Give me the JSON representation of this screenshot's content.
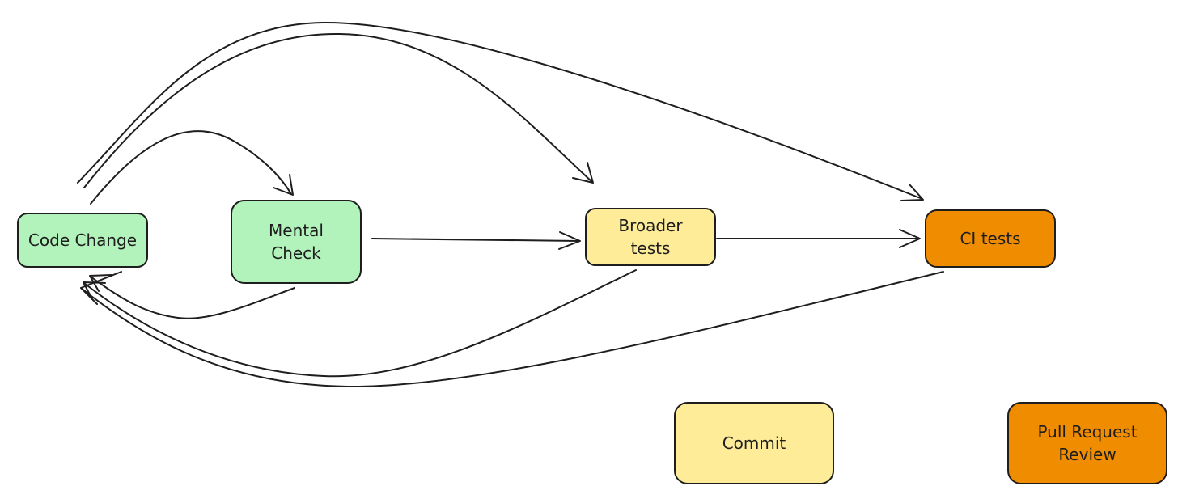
{
  "colors": {
    "green": "#b2f2bb",
    "yellow": "#ffec99",
    "orange": "#f08c00",
    "stroke": "#1e1e1e"
  },
  "nodes": [
    {
      "id": "code-change",
      "lines": [
        "Code Change"
      ],
      "color": "green"
    },
    {
      "id": "mental-check",
      "lines": [
        "Mental",
        "Check"
      ],
      "color": "green"
    },
    {
      "id": "broader-tests",
      "lines": [
        "Broader",
        "tests"
      ],
      "color": "yellow"
    },
    {
      "id": "ci-tests",
      "lines": [
        "CI tests"
      ],
      "color": "orange"
    },
    {
      "id": "commit",
      "lines": [
        "Commit"
      ],
      "color": "yellow"
    },
    {
      "id": "pull-request-review",
      "lines": [
        "Pull Request",
        "Review"
      ],
      "color": "orange"
    }
  ],
  "edges": [
    {
      "from": "code-change",
      "to": "mental-check"
    },
    {
      "from": "code-change",
      "to": "broader-tests"
    },
    {
      "from": "code-change",
      "to": "ci-tests"
    },
    {
      "from": "mental-check",
      "to": "broader-tests"
    },
    {
      "from": "broader-tests",
      "to": "ci-tests"
    },
    {
      "from": "mental-check",
      "to": "code-change"
    },
    {
      "from": "broader-tests",
      "to": "code-change"
    },
    {
      "from": "ci-tests",
      "to": "code-change"
    }
  ]
}
